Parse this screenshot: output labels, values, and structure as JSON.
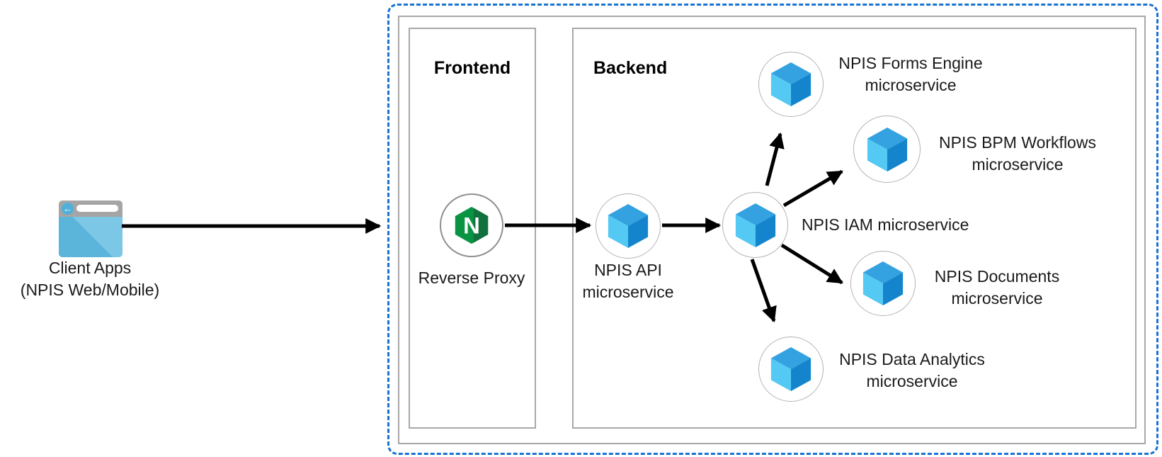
{
  "diagram": {
    "client": {
      "label_line1": "Client Apps",
      "label_line2": "(NPIS Web/Mobile)",
      "icon": "browser-window-icon",
      "back_glyph": "←"
    },
    "frontend": {
      "title": "Frontend",
      "proxy": {
        "label": "Reverse Proxy",
        "icon": "nginx-icon",
        "letter": "N"
      }
    },
    "backend": {
      "title": "Backend",
      "services": {
        "api": {
          "line1": "NPIS API",
          "line2": "microservice",
          "icon": "azure-cube-icon"
        },
        "iam": {
          "line1": "NPIS IAM microservice",
          "icon": "azure-cube-icon"
        },
        "forms": {
          "line1": "NPIS Forms Engine",
          "line2": "microservice",
          "icon": "azure-cube-icon"
        },
        "bpm": {
          "line1": "NPIS BPM Workflows",
          "line2": "microservice",
          "icon": "azure-cube-icon"
        },
        "documents": {
          "line1": "NPIS Documents",
          "line2": "microservice",
          "icon": "azure-cube-icon"
        },
        "analytics": {
          "line1": "NPIS Data Analytics",
          "line2": "microservice",
          "icon": "azure-cube-icon"
        }
      }
    },
    "edges": [
      "client -> reverse-proxy",
      "reverse-proxy -> npis-api",
      "npis-api -> npis-iam",
      "npis-iam -> npis-forms-engine",
      "npis-iam -> npis-bpm-workflows",
      "npis-iam -> npis-documents",
      "npis-iam -> npis-data-analytics"
    ]
  },
  "colors": {
    "accent-blue": "#1873d2",
    "box-border": "#a8a8a8",
    "circle-border": "#b3b3b3",
    "proxy-circle-border": "#8f8f8f",
    "cube-top": "#34a1e0",
    "cube-left": "#54c9f3",
    "cube-right": "#1485cc",
    "nginx-green": "#099443",
    "nginx-dark-green": "#11713c",
    "browser-gray": "#a5a5a5",
    "browser-blue": "#4fb0d9",
    "browser-body": "#5bb5da",
    "browser-body-light": "#7cc6e6",
    "arrow-black": "#000000"
  }
}
